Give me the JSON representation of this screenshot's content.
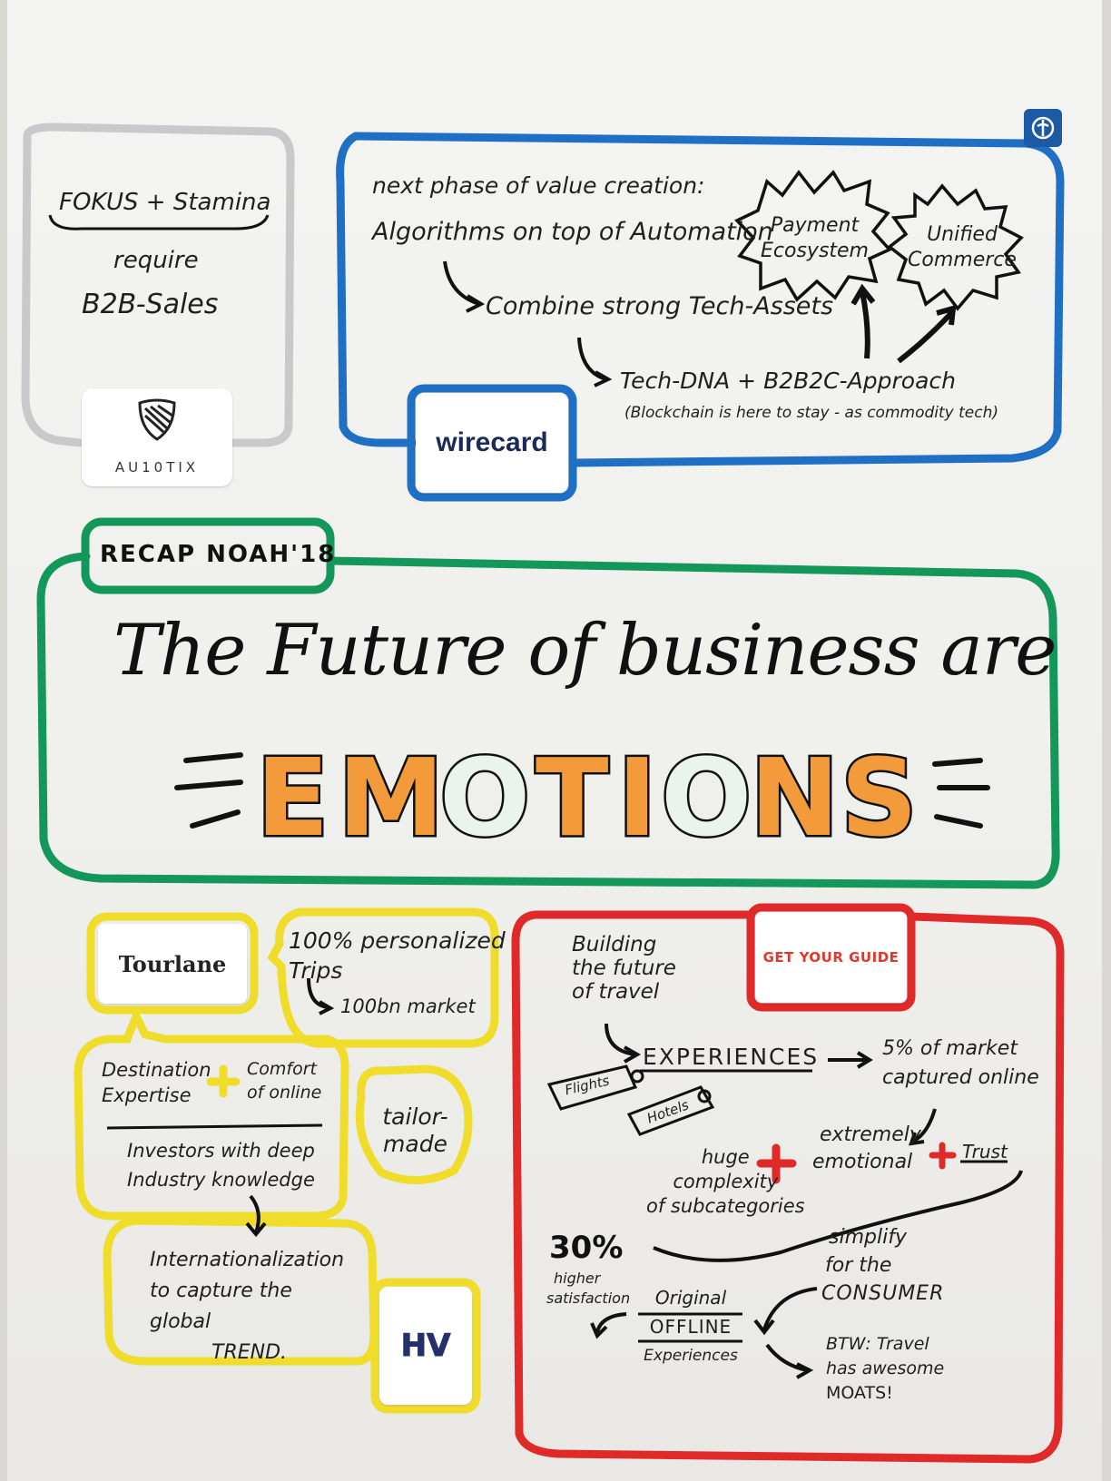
{
  "logo_corner": {
    "icon": "logo-badge-icon",
    "color": "#1d5aa6"
  },
  "fokus": {
    "title": "FOKUS + Stamina",
    "line1": "require",
    "line2": "B2B-Sales"
  },
  "au10tix": {
    "label": "AU10TIX",
    "icon": "shield-logo-icon"
  },
  "wirecard": {
    "line1": "next phase of value creation:",
    "line2": "Algorithms on top of Automation",
    "line3": "Combine strong Tech-Assets",
    "line4": "Tech-DNA + B2B2C-Approach",
    "line5": "(Blockchain is here to stay - as commodity tech)",
    "burst1_l1": "Payment",
    "burst1_l2": "Ecosystem",
    "burst2_l1": "Unified",
    "burst2_l2": "Commerce",
    "logo": "wirecard"
  },
  "recap": {
    "tag": "RECAP NOAH'18",
    "headline": "The Future of business are",
    "emotions": [
      "E",
      "M",
      "O",
      "T",
      "I",
      "O",
      "N",
      "S"
    ]
  },
  "tourlane": {
    "logo": "Tourlane",
    "personalized_l1": "100% personalized",
    "personalized_l2": "Trips",
    "market": "100bn market",
    "destination_l1": "Destination",
    "destination_l2": "Expertise",
    "comfort_l1": "Comfort",
    "comfort_l2": "of online",
    "investors_l1": "Investors with deep",
    "investors_l2": "Industry knowledge",
    "tailor_l1": "tailor-",
    "tailor_l2": "made",
    "intl_l1": "Internationalization",
    "intl_l2": "to capture the global",
    "intl_l3": "TREND.",
    "hv_logo": "HV"
  },
  "gyg": {
    "logo": "GET YOUR GUIDE",
    "building_l1": "Building",
    "building_l2": "the future",
    "building_l3": "of travel",
    "experiences": "EXPERIENCES",
    "market_l1": "5% of market",
    "market_l2": "captured online",
    "tag_flights": "Flights",
    "tag_hotels": "Hotels",
    "extreme_l1": "extremely",
    "extreme_l2": "emotional",
    "trust": "Trust",
    "huge_l1": "huge",
    "huge_l2": "complexity",
    "huge_l3": "of subcategories",
    "pct": "30%",
    "higher_l1": "higher",
    "higher_l2": "satisfaction",
    "simplify_l1": "simplify",
    "simplify_l2": "for the",
    "simplify_l3": "CONSUMER",
    "original_l1": "Original",
    "original_l2": "OFFLINE",
    "original_l3": "Experiences",
    "btw_l1": "BTW: Travel",
    "btw_l2": "has awesome",
    "btw_l3": "MOATS!"
  },
  "colors": {
    "grey": "#c9c9cc",
    "blue": "#1f6fc4",
    "green": "#13975a",
    "yellow": "#f0dc2a",
    "red": "#e02a2a",
    "orange": "#f39a3a",
    "ink": "#1c1c1c"
  }
}
